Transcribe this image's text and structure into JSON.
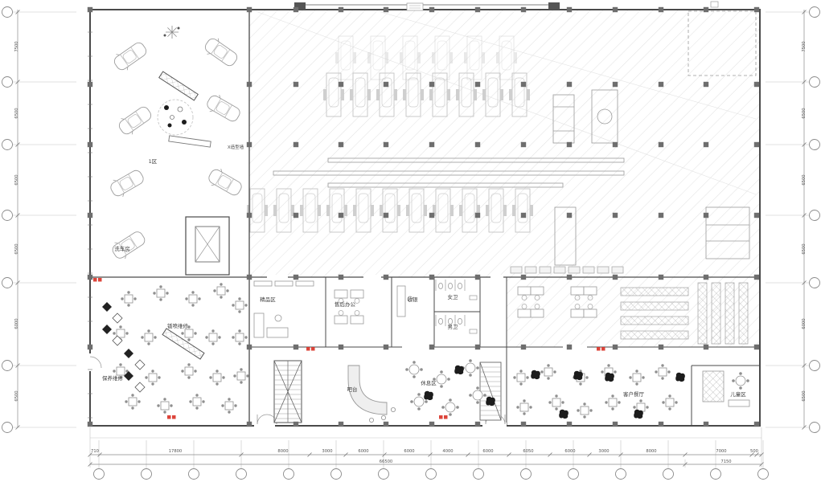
{
  "plan": {
    "rooms": {
      "zone1": "1区",
      "styling_wall": "X造型墙",
      "car_wash": "洗车房",
      "boutique": "精品区",
      "aftersales_office": "售后办公",
      "cashier": "收银",
      "wc_women": "女卫",
      "wc_men": "男卫",
      "bar": "吧台",
      "lounge": "休息区",
      "customer_dining": "客户餐厅",
      "kids_area": "儿童区",
      "maintenance": "保养维修",
      "body_paint": "钣喷维修"
    },
    "dims": {
      "bottom": [
        "710",
        "17800",
        "8000",
        "3000",
        "6000",
        "6000",
        "4000",
        "6000",
        "6050",
        "6000",
        "3000",
        "8000",
        "7000",
        "500"
      ],
      "bottom_total": "66500",
      "bottom_right_total": "7150",
      "left": [
        "7500",
        "6500",
        "6500",
        "6500",
        "6000",
        "6500"
      ],
      "right": [
        "7500",
        "6500",
        "6500",
        "6500",
        "6000",
        "6500"
      ]
    },
    "colors": {
      "wall": "#4a4a4a",
      "line": "#9a9a9a",
      "hatch": "#d4d4d4",
      "column": "#6e6e6e",
      "accent_red": "#d93025",
      "background": "#ffffff"
    }
  }
}
